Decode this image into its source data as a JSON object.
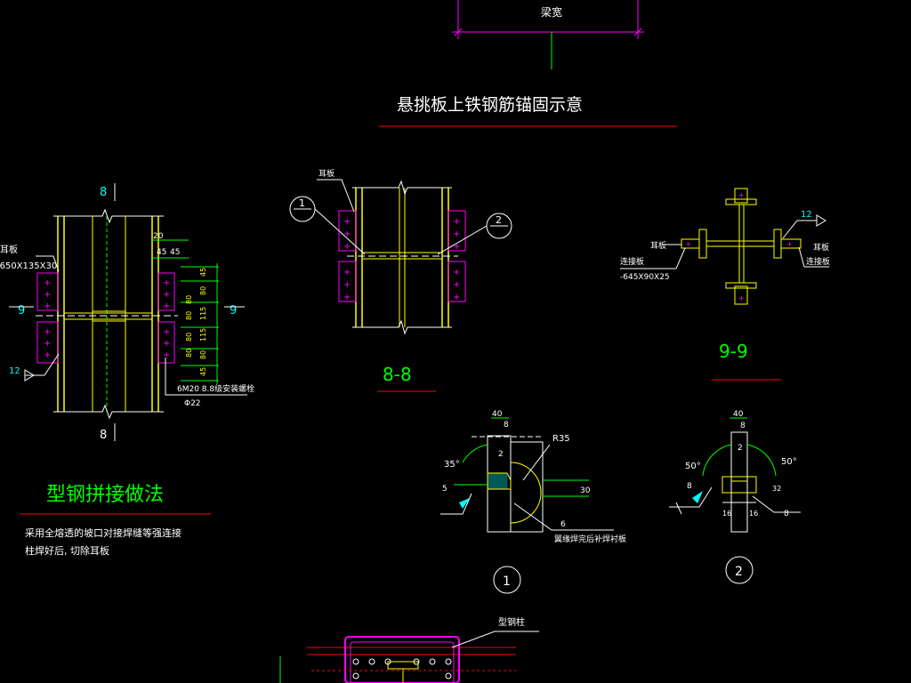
{
  "texts": {
    "top_dim": "梁宽",
    "main_title": "悬挑板上铁钢筋锚固示意",
    "sec8_top": "8",
    "sec8_bot": "8",
    "sec9_left": "9",
    "sec9_right": "9",
    "left_erban": "耳板",
    "left_plate": "-650X135X30",
    "dim_20": "20",
    "dim_45a": "45",
    "dim_45b": "45",
    "dim_col_45": "45",
    "dim_col_80a": "80",
    "dim_col_115a": "115",
    "dim_col_115b": "115",
    "dim_col_80b": "80",
    "dim_col_45b": "45",
    "dim_inner_80a": "80",
    "dim_inner_80b": "80",
    "dim_inner_80c": "80",
    "dim_inner_80d": "80",
    "bolt_note": "6M20 8.8级安装螺栓",
    "bolt_hole": "Φ22",
    "weld_12": "12",
    "m_erban": "耳板",
    "bubble1": "1",
    "bubble2": "2",
    "label_88": "8-8",
    "r_erban_left": "耳板",
    "r_lianjie": "连接板",
    "r_plate": "-645X90X25",
    "r_12": "12",
    "r_erban_right": "耳板",
    "r_lianjie2": "连接板",
    "label_99": "9-9",
    "method_title": "型钢拼接做法",
    "note1": "采用全熔透的坡口对接焊缝等强连接",
    "note2": "柱焊好后, 切除耳板",
    "d1_40": "40",
    "d1_8": "8",
    "d1_r35": "R35",
    "d1_2": "2",
    "d1_35": "35°",
    "d1_5": "5",
    "d1_30": "30",
    "d1_6": "6",
    "d1_note": "翼缘焊完后补焊衬板",
    "d1_circle": "1",
    "d2_40": "40",
    "d2_8": "8",
    "d2_2": "2",
    "d2_50a": "50°",
    "d2_50b": "50°",
    "d2_8b": "8",
    "d2_16a": "16",
    "d2_16b": "16",
    "d2_32": "32",
    "d2_8c": "8",
    "d2_circle": "2",
    "bottom_label": "型钢柱"
  },
  "colors": {
    "background": "#000000",
    "steel": "#ffff00",
    "dim": "#00ff00",
    "cyan": "#00ffff",
    "red": "#ff0000",
    "magenta": "#ff00ff",
    "white": "#ffffff"
  }
}
